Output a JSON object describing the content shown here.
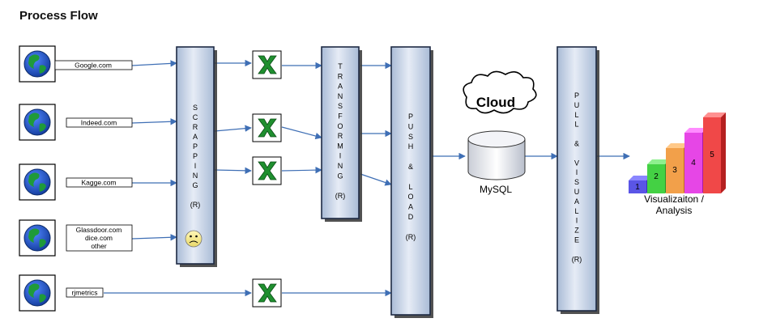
{
  "title": "Process Flow",
  "sources": [
    {
      "label_lines": [
        "Google.com"
      ]
    },
    {
      "label_lines": [
        "Indeed.com"
      ]
    },
    {
      "label_lines": [
        "Kagge.com"
      ]
    },
    {
      "label_lines": [
        "Glassdoor.com",
        "dice.com",
        "other"
      ]
    },
    {
      "label_lines": [
        "rjmetrics"
      ]
    }
  ],
  "stages": [
    {
      "name": "scrapping",
      "letters": [
        "S",
        "C",
        "R",
        "A",
        "P",
        "P",
        "I",
        "N",
        "G",
        "",
        "(R)"
      ]
    },
    {
      "name": "transforming",
      "letters": [
        "T",
        "R",
        "A",
        "N",
        "S",
        "F",
        "O",
        "R",
        "M",
        "I",
        "N",
        "G",
        "",
        "(R)"
      ]
    },
    {
      "name": "push-load",
      "letters": [
        "P",
        "U",
        "S",
        "H",
        "",
        "&",
        "",
        "L",
        "O",
        "A",
        "D",
        "",
        "(R)"
      ]
    },
    {
      "name": "pull-visualize",
      "letters": [
        "P",
        "U",
        "L",
        "L",
        "",
        "&",
        "",
        "V",
        "I",
        "S",
        "U",
        "A",
        "L",
        "I",
        "Z",
        "E",
        "",
        "(R)"
      ]
    }
  ],
  "cloud_label": "Cloud",
  "db_label": "MySQL",
  "viz_label_lines": [
    "Visualizaiton /",
    "Analysis"
  ],
  "viz_steps": [
    "1",
    "2",
    "3",
    "4",
    "5"
  ],
  "colors": {
    "stage_fill_top": "#e6ecf6",
    "stage_fill_bottom": "#a9bbd6",
    "arrow": "#3f6fb5",
    "excel_green": "#1f8f2f",
    "globe_blue": "#1f56c6",
    "globe_green": "#1f9a3a",
    "sad_face": "#f2e98a",
    "step1": "#5a55e6",
    "step2": "#44d144",
    "step3": "#f2a04a",
    "step4": "#e646e6",
    "step5": "#f04848"
  },
  "icons": [
    "globe-icon",
    "excel-icon",
    "sad-face-icon",
    "cloud-icon",
    "database-icon"
  ]
}
